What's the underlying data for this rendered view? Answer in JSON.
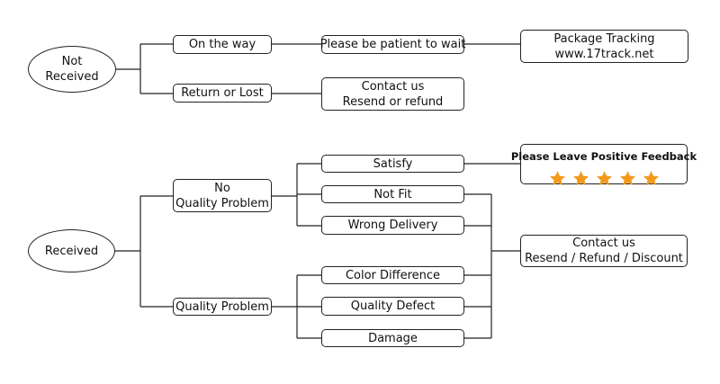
{
  "not_received": {
    "label": [
      "Not",
      "Received"
    ],
    "on_the_way": "On the way",
    "patient": "Please be patient to wait",
    "tracking": [
      "Package Tracking",
      "www.17track.net"
    ],
    "return_or_lost": "Return or Lost",
    "contact": [
      "Contact us",
      "Resend or refund"
    ]
  },
  "received": {
    "label": "Received",
    "no_quality_problem": [
      "No",
      "Quality Problem"
    ],
    "quality_problem": "Quality Problem",
    "satisfy": "Satisfy",
    "not_fit": "Not Fit",
    "wrong_delivery": "Wrong Delivery",
    "color_difference": "Color Difference",
    "quality_defect": "Quality Defect",
    "damage": "Damage",
    "feedback": {
      "label": "Please Leave Positive Feedback",
      "stars": 5,
      "star_color": "#f39a1e"
    },
    "contact": [
      "Contact us",
      "Resend / Refund / Discount"
    ]
  }
}
